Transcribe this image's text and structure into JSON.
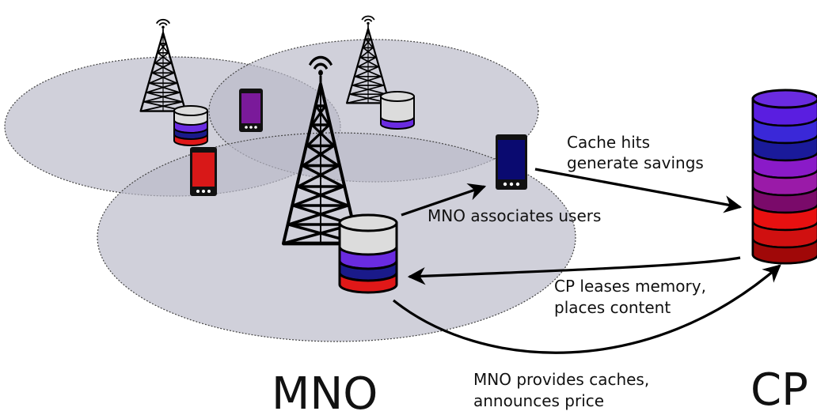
{
  "labels": {
    "cache_hits_line1": "Cache hits",
    "cache_hits_line2": "generate savings",
    "associates": "MNO associates users",
    "leases_line1": "CP leases memory,",
    "leases_line2": "places content",
    "provides_line1": "MNO provides caches,",
    "provides_line2": "announces price",
    "mno": "MNO",
    "cp": "CP"
  },
  "icons": {
    "tower": "cell-tower-icon",
    "cache": "cache-stack-icon",
    "phone": "smartphone-icon",
    "server": "cp-server-stack-icon"
  },
  "colors": {
    "coverage_fill": "#b9b9c8",
    "tower": "#000000",
    "cache_top": "#dcdcdc",
    "purple": "#6a2be0",
    "navy": "#1a1a8a",
    "red": "#e01818",
    "phone_purple": "#7a1a9a",
    "phone_red": "#d81818",
    "phone_navy": "#0a0a70"
  }
}
